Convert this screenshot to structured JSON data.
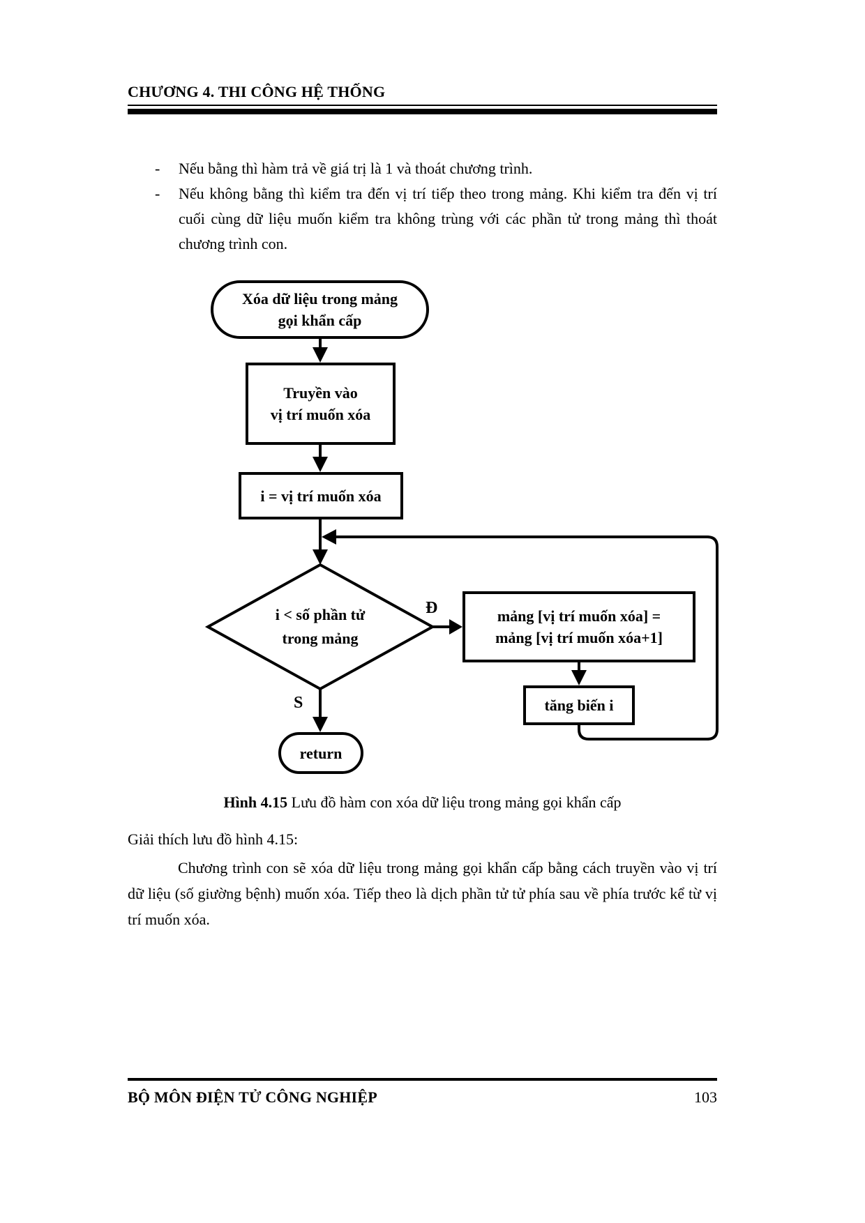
{
  "header": {
    "title": "CHƯƠNG 4. THI CÔNG HỆ THỐNG"
  },
  "bullet_marker": "-",
  "bullets": [
    "Nếu bằng thì hàm trả về giá trị là 1 và thoát chương trình.",
    "Nếu không bằng thì kiểm tra đến vị trí tiếp theo trong mảng. Khi kiểm tra đến vị trí cuối cùng dữ liệu muốn kiểm tra không trùng với các phần tử trong mảng thì thoát chương trình con."
  ],
  "flowchart": {
    "start_line1": "Xóa dữ liệu trong mảng",
    "start_line2": "gọi khẩn cấp",
    "input_line1": "Truyền vào",
    "input_line2": "vị trí muốn xóa",
    "assign": "i = vị trí muốn xóa",
    "decision_line1": "i < số phần tử",
    "decision_line2": "trong mảng",
    "label_yes": "Đ",
    "label_no": "S",
    "shift_line1": "mảng [vị trí muốn xóa] =",
    "shift_line2": "mảng [vị trí muốn xóa+1]",
    "increment": "tăng biến i",
    "end": "return"
  },
  "caption": {
    "label": "Hình 4.15",
    "text": " Lưu đồ hàm con xóa dữ liệu trong mảng gọi khẩn cấp"
  },
  "body": {
    "explain_intro": "Giải thích lưu đồ hình 4.15:",
    "paragraph": "Chương trình con sẽ xóa dữ liệu trong mảng gọi khẩn cấp bằng cách truyền vào vị trí dữ liệu (số giường bệnh) muốn xóa. Tiếp theo là dịch phần tử tử phía sau về phía trước kể từ vị trí muốn xóa."
  },
  "footer": {
    "department": "BỘ MÔN ĐIỆN TỬ CÔNG NGHIỆP",
    "page_number": "103"
  },
  "colors": {
    "text": "#000000",
    "background": "#ffffff"
  }
}
